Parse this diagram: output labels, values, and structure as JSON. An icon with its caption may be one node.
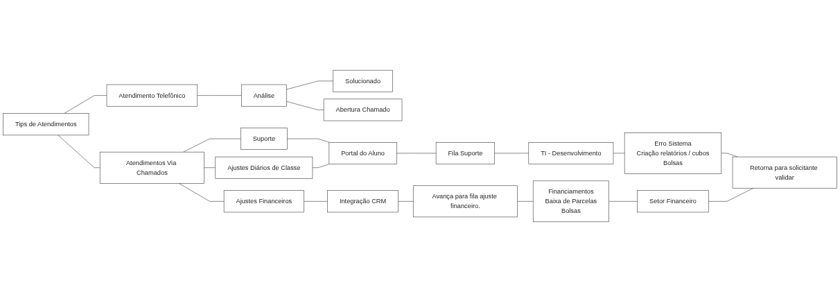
{
  "diagram": {
    "nodes": [
      {
        "text": [
          "Tips de Atendimentos"
        ]
      },
      {
        "text": [
          "Atendimento Telefônico"
        ]
      },
      {
        "text": [
          "Análise"
        ]
      },
      {
        "text": [
          "Solucionado"
        ]
      },
      {
        "text": [
          "Abertura Chamado"
        ]
      },
      {
        "text": [
          "Atendimentos Via Chamados"
        ]
      },
      {
        "text": [
          "Suporte"
        ]
      },
      {
        "text": [
          "Ajustes Diários de Classe"
        ]
      },
      {
        "text": [
          "Ajustes Financeiros"
        ]
      },
      {
        "text": [
          "Portal do Aluno"
        ]
      },
      {
        "text": [
          "Fila Suporte"
        ]
      },
      {
        "text": [
          "TI - Desenvolvimento"
        ]
      },
      {
        "text": [
          "Erro Sistema",
          "Criação relatórios / cubos",
          "Bolsas"
        ]
      },
      {
        "text": [
          "Integração CRM"
        ]
      },
      {
        "text": [
          "Avança para fila ajuste financeiro."
        ]
      },
      {
        "text": [
          "Financiamentos",
          "Baixa de Parcelas",
          "Bolsas"
        ]
      },
      {
        "text": [
          "Setor Financeiro"
        ]
      },
      {
        "text": [
          "Retorna para solicitante validar"
        ]
      }
    ],
    "edges": [
      {
        "from": 0,
        "to": 1,
        "arrow": "none"
      },
      {
        "from": 0,
        "to": 5,
        "arrow": "none"
      },
      {
        "from": 1,
        "to": 2,
        "arrow": "none"
      },
      {
        "from": 2,
        "to": 3,
        "arrow": "none"
      },
      {
        "from": 2,
        "to": 4,
        "arrow": "none"
      },
      {
        "from": 5,
        "to": 6,
        "arrow": "none"
      },
      {
        "from": 5,
        "to": 7,
        "arrow": "none"
      },
      {
        "from": 5,
        "to": 8,
        "arrow": "none"
      },
      {
        "from": 6,
        "to": 9,
        "arrow": "none"
      },
      {
        "from": 7,
        "to": 9,
        "arrow": "none"
      },
      {
        "from": 9,
        "to": 10,
        "arrow": "none"
      },
      {
        "from": 10,
        "to": 11,
        "arrow": "none"
      },
      {
        "from": 11,
        "to": 12,
        "arrow": "none"
      },
      {
        "from": 12,
        "to": 17,
        "arrow": "none"
      },
      {
        "from": 8,
        "to": 13,
        "arrow": "none"
      },
      {
        "from": 13,
        "to": 14,
        "arrow": "none"
      },
      {
        "from": 14,
        "to": 15,
        "arrow": "none"
      },
      {
        "from": 15,
        "to": 16,
        "arrow": "none"
      },
      {
        "from": 16,
        "to": 17,
        "arrow": "none"
      }
    ]
  }
}
